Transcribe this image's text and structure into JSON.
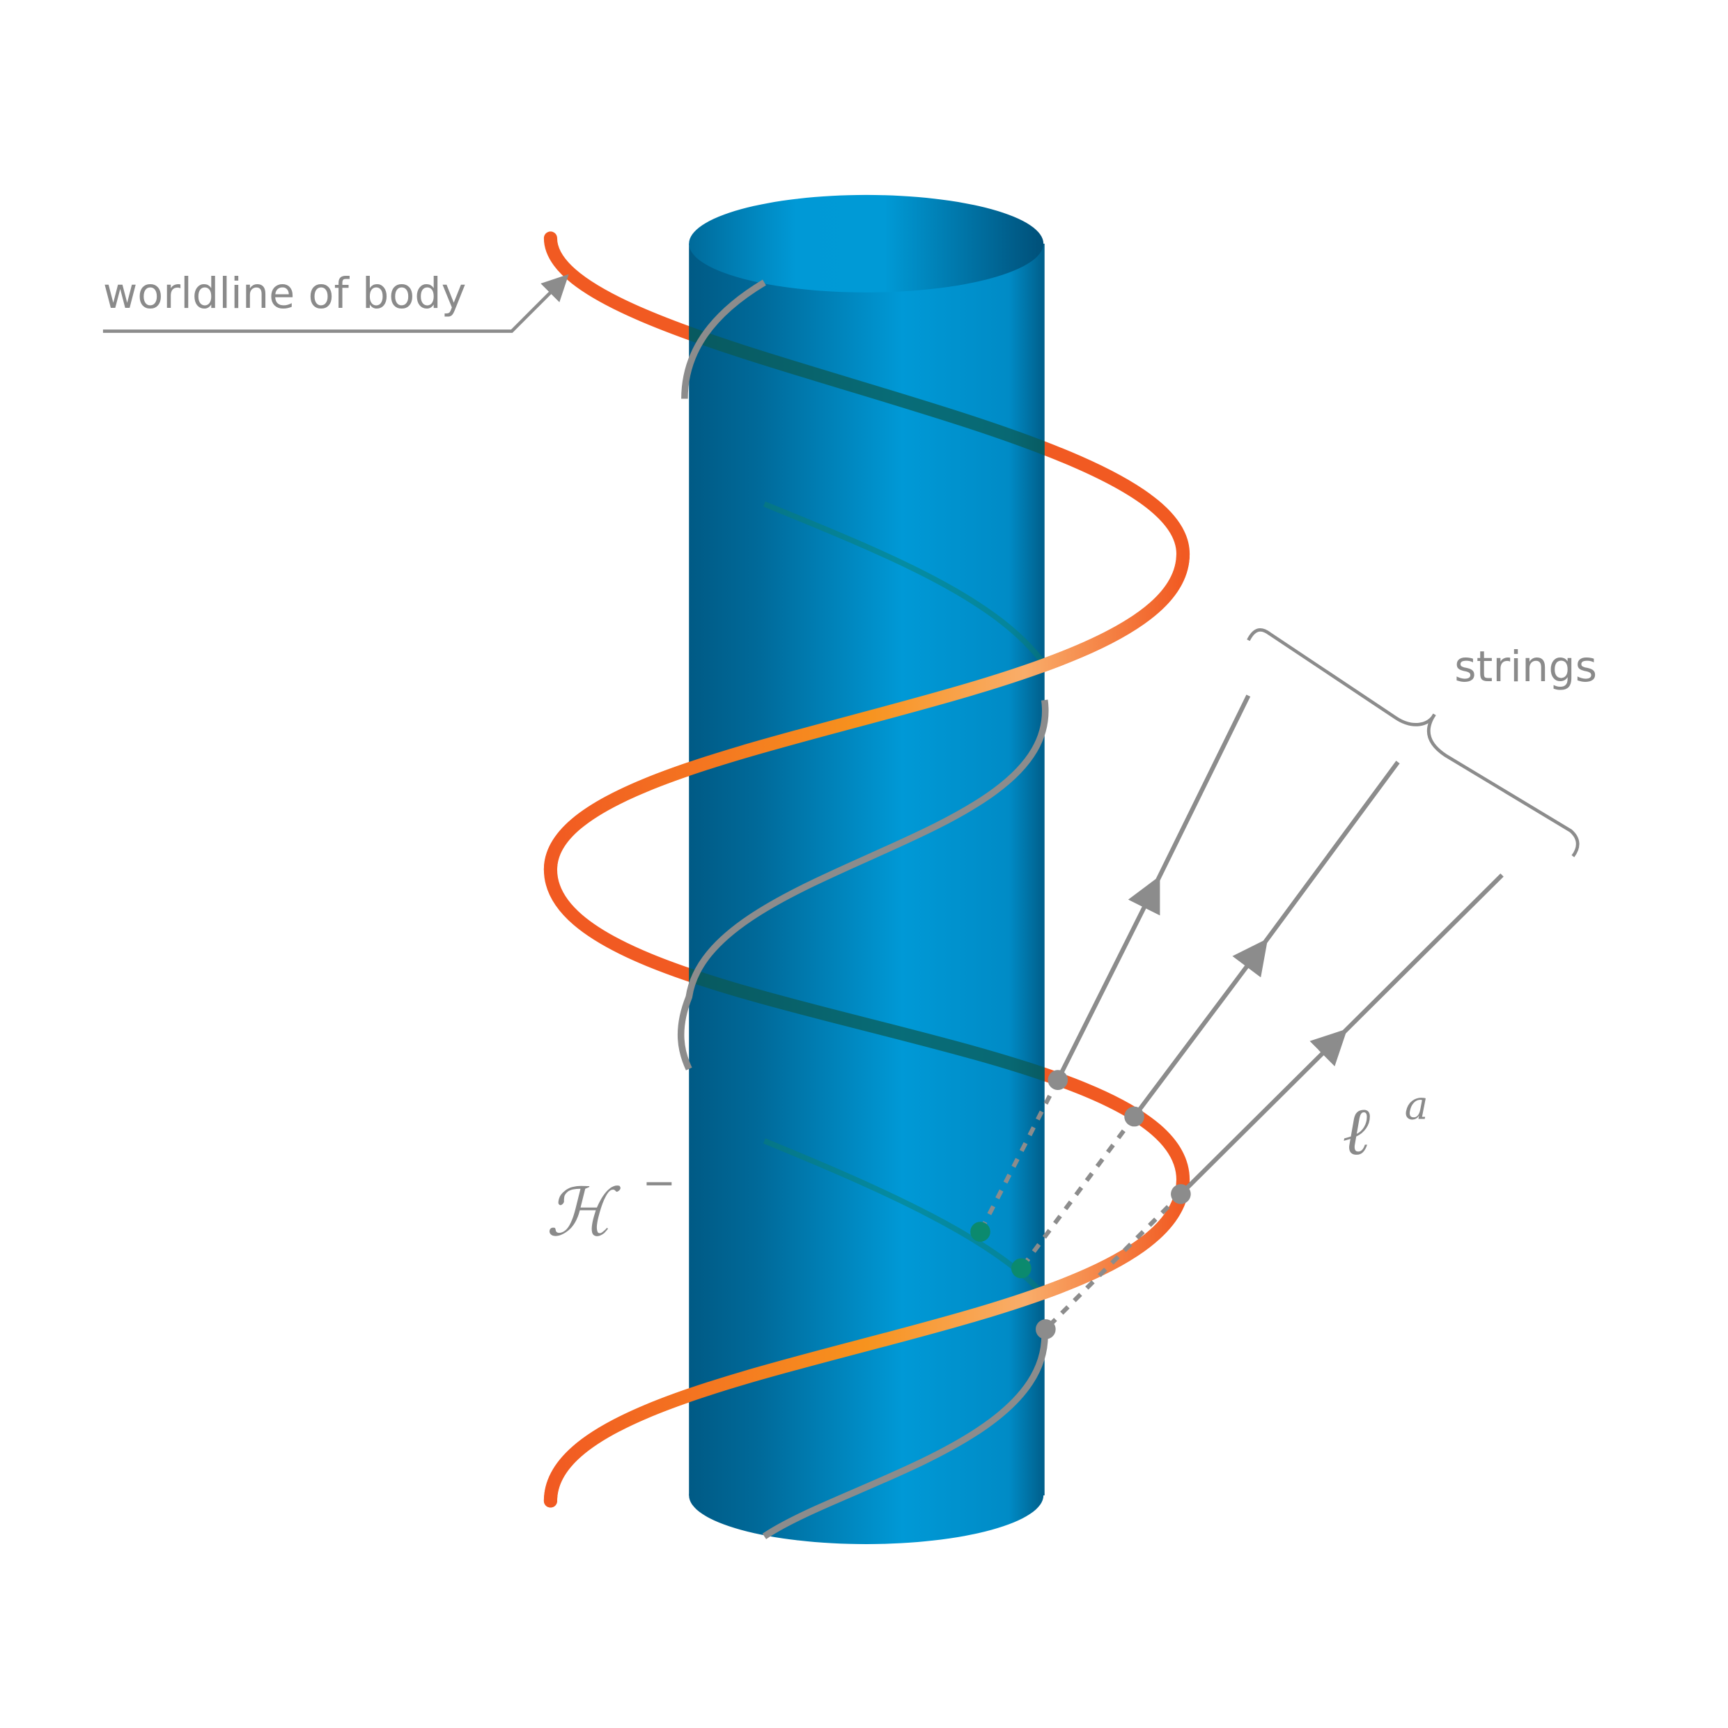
{
  "labels": {
    "worldline": "worldline of body",
    "strings": "strings",
    "horizon": "ℋ",
    "horizon_sup": "−",
    "null_vector": "ℓ",
    "null_vector_sup": "a"
  },
  "colors": {
    "worldline": "#f15a22",
    "worldline_light": "#f7a35c",
    "cylinder_dark": "#005e8a",
    "cylinder_light": "#0099d6",
    "gray": "#8c8c8c",
    "teal": "#0b8a6e"
  }
}
